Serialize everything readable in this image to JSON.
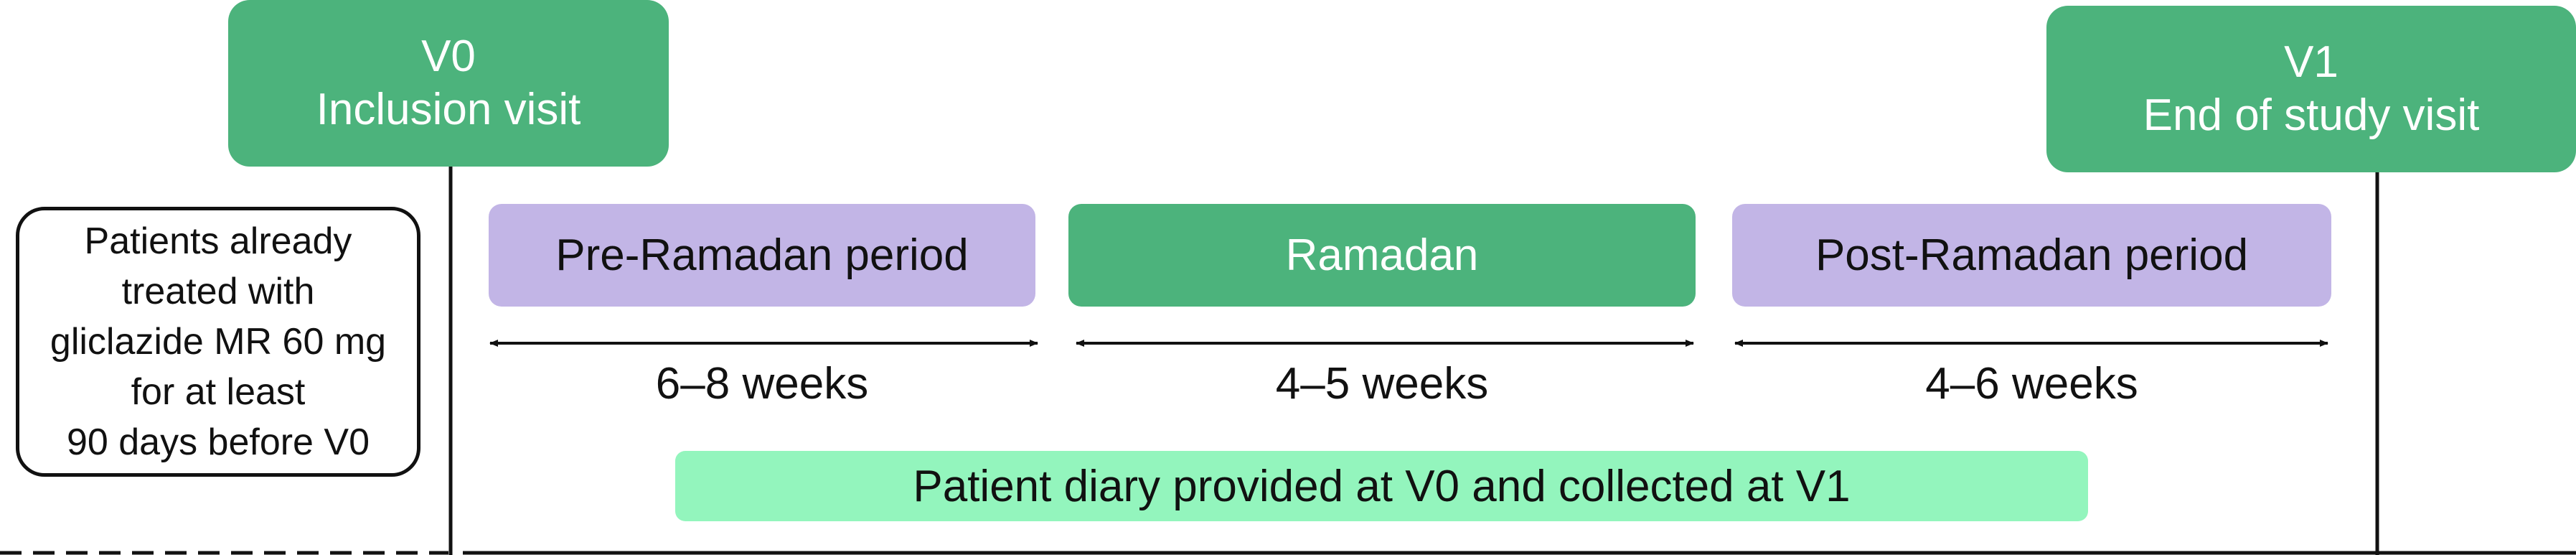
{
  "visits": {
    "v0": {
      "code": "V0",
      "label": "Inclusion visit"
    },
    "v1": {
      "code": "V1",
      "label": "End of study visit"
    }
  },
  "note": {
    "lines": [
      "Patients already",
      "treated with",
      "gliclazide MR 60 mg",
      "for at least",
      "90 days before V0"
    ]
  },
  "phases": [
    {
      "label": "Pre-Ramadan period",
      "duration": "6–8 weeks"
    },
    {
      "label": "Ramadan",
      "duration": "4–5 weeks"
    },
    {
      "label": "Post-Ramadan period",
      "duration": "4–6 weeks"
    }
  ],
  "diary": {
    "label": "Patient diary provided at V0 and collected at V1"
  },
  "colors": {
    "visit_green": "#4cb37c",
    "period_purple": "#c2b5e6",
    "diary_mint": "#93f5bd",
    "line": "#111111"
  }
}
